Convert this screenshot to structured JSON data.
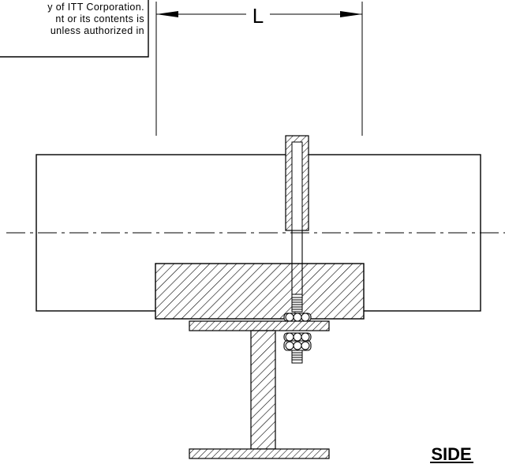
{
  "notice": {
    "lines": [
      "y of ITT Corporation.",
      "nt or its contents is",
      "unless authorized in"
    ]
  },
  "dimension": {
    "label": "L"
  },
  "view": {
    "label": "SIDE"
  }
}
